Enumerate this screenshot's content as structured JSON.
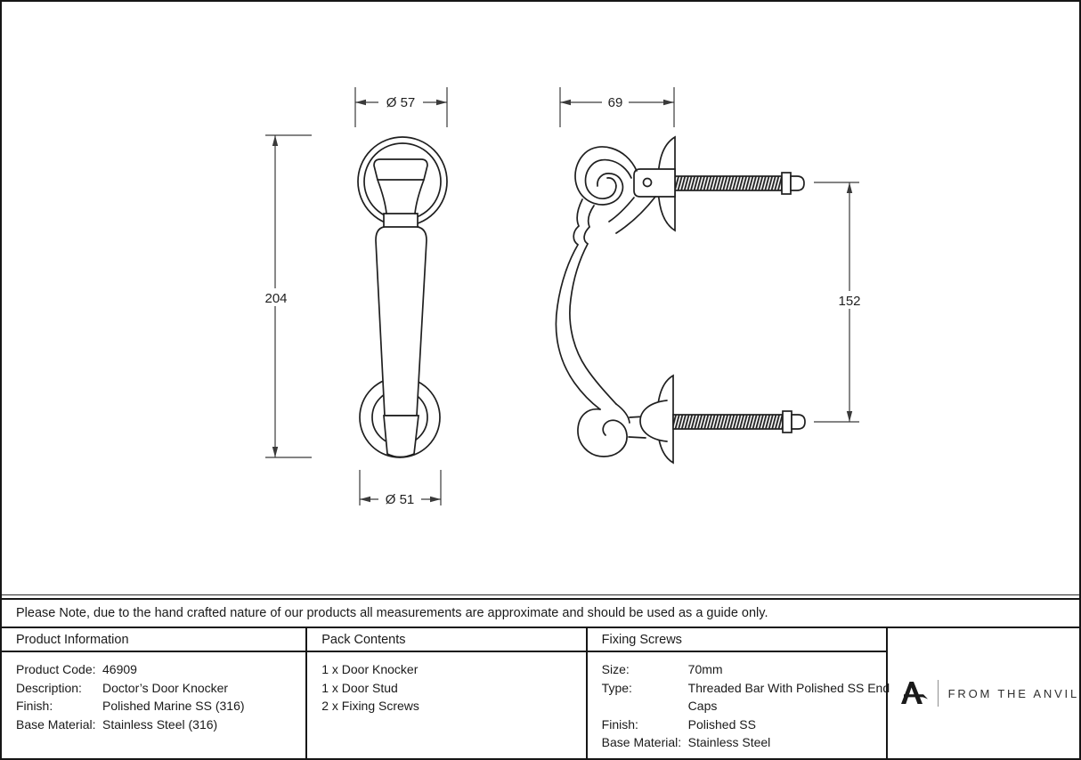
{
  "drawing": {
    "front_view": {
      "top_diameter": "Ø 57",
      "height": "204",
      "bottom_diameter": "Ø 51"
    },
    "side_view": {
      "projection": "69",
      "fixing_centres": "152"
    }
  },
  "note": "Please Note, due to the hand crafted nature of our products all measurements are approximate and should be used as a guide only.",
  "table": {
    "product_information": {
      "header": "Product Information",
      "rows": [
        {
          "label": "Product Code:",
          "value": "46909"
        },
        {
          "label": "Description:",
          "value": "Doctor’s Door Knocker"
        },
        {
          "label": "Finish:",
          "value": "Polished Marine SS (316)"
        },
        {
          "label": "Base Material:",
          "value": "Stainless Steel (316)"
        }
      ]
    },
    "pack_contents": {
      "header": "Pack Contents",
      "items": [
        "1 x Door Knocker",
        "1 x Door Stud",
        "2 x Fixing Screws"
      ]
    },
    "fixing_screws": {
      "header": "Fixing Screws",
      "rows": [
        {
          "label": "Size:",
          "value": "70mm"
        },
        {
          "label": "Type:",
          "value": "Threaded Bar With Polished SS End\nCaps"
        },
        {
          "label": "Finish:",
          "value": "Polished SS"
        },
        {
          "label": "Base Material:",
          "value": "Stainless Steel"
        }
      ]
    }
  },
  "brand": {
    "name": "FROM THE ANVIL"
  },
  "colors": {
    "ink": "#1f1f1f",
    "dim_line": "#3a3a3a",
    "background": "#ffffff"
  }
}
